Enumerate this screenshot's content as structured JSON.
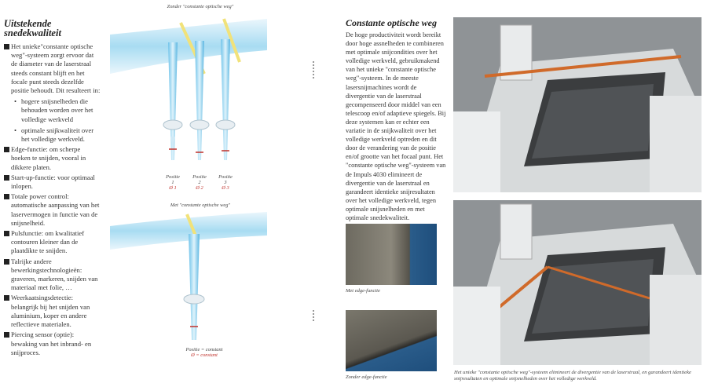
{
  "left_page": {
    "heading": "Uitstekende snedekwaliteit",
    "items": [
      {
        "text": "Het unieke\"constante optische weg\"-systeem zorgt ervoor dat de diameter van de laserstraal steeds constant blijft en het focale punt steeds dezelfde positie behoudt. Dit resulteert in:",
        "subitems": [
          "hogere snijsnelheden die behouden worden over het volledige werkveld",
          "optimale snijkwaliteit over het volledige werkveld."
        ]
      },
      {
        "text": "Edge-functie: om scherpe hoeken te snijden, vooral in dikkere platen."
      },
      {
        "text": "Start-up-functie: voor optimaal inlopen."
      },
      {
        "text": "Totale power control: automatische aanpassing van het laservermogen in functie van de snijsnelheid."
      },
      {
        "text": "Pulsfunctie: om kwalitatief contouren kleiner dan de plaatdikte te snijden."
      },
      {
        "text": "Talrijke andere bewerkingstechnologieën: graveren, markeren, snijden van materiaal met folie, …"
      },
      {
        "text": "Weerkaatsingsdetectie: belangrijk bij het snijden van aluminium, koper en andere reflectieve materialen."
      },
      {
        "text": "Piercing sensor (optie): bewaking van het inbrand- en snijproces."
      }
    ],
    "diagram_top": {
      "caption": "Zonder \"constante optische weg\"",
      "positions": [
        {
          "label": "Positie",
          "num": "1",
          "diameter": "Ø 1"
        },
        {
          "label": "Positie",
          "num": "2",
          "diameter": "Ø 2"
        },
        {
          "label": "Positie",
          "num": "3",
          "diameter": "Ø 3"
        }
      ]
    },
    "diagram_bottom": {
      "caption": "Met \"constante optische weg\"",
      "position_label": "Positie = constant",
      "diameter_label": "Ø = constant"
    }
  },
  "right_page": {
    "heading": "Constante optische weg",
    "body": "De hoge productiviteit wordt bereikt door hoge assnelheden te combineren met optimale snijcondities over het volledige werkveld, gebruikmakend van het unieke \"constante optische weg\"-systeem. In de meeste lasersnijmachines wordt de divergentie van de laserstraal gecompenseerd door middel van een telescoop en/of adaptieve spiegels. Bij deze systemen kan er echter een variatie in de snijkwaliteit over het volledige werkveld optreden en dit door de verandering van de positie en/of grootte van het focaal punt. Het \"constante optische weg\"-systeem van de Impuls 4030 elimineert de divergentie van de laserstraal en garandeert identieke snijresultaten over het volledige werkveld, tegen optimale snijsnelheden en met optimale snedekwaliteit.",
    "photo1_caption": "Met edge-functie",
    "photo2_caption": "Zonder edge-functie",
    "machine_caption": "Het unieke \"constante optische weg\"-systeem elimineert de divergentie van de laserstraal, en garandeert identieke snijresultaten en optimale snijsnelheden over het volledige werkveld."
  }
}
